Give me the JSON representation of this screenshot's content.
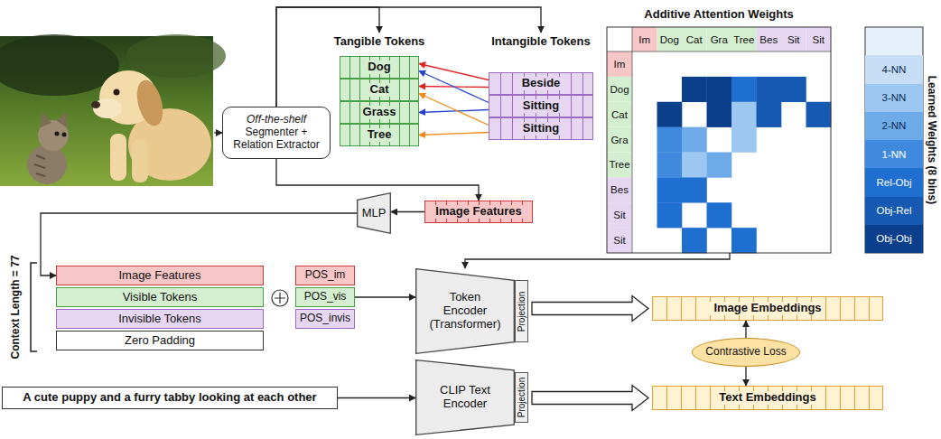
{
  "diagram": {
    "nodes": [
      {
        "text": [
          "Off-the-shelf",
          "Segmenter + Relation Extractor"
        ]
      },
      {
        "text": [
          "Tangible Tokens"
        ]
      },
      {
        "text": [
          "Dog"
        ],
        "in": 1
      },
      {
        "text": [
          "Cat"
        ],
        "in": 1
      },
      {
        "text": [
          "Grass"
        ],
        "in": 1
      },
      {
        "text": [
          "Tree"
        ],
        "in": 1
      },
      {
        "text": [
          "Intangible Tokens"
        ]
      },
      {
        "text": [
          "Beside"
        ],
        "in": 6
      },
      {
        "text": [
          "Sitting"
        ],
        "in": 6
      },
      {
        "text": [
          "Sitting"
        ],
        "in": 6
      },
      {
        "text": [
          "Additive Attention Weights"
        ]
      },
      {
        "text": [
          "Image Features"
        ]
      },
      {
        "text": [
          "MLP"
        ]
      },
      {
        "text": [
          "Image Features"
        ]
      },
      {
        "text": [
          "Visible Tokens"
        ]
      },
      {
        "text": [
          "Invisible Tokens"
        ]
      },
      {
        "text": [
          "Zero Padding"
        ]
      },
      {
        "text": [
          "POS_im"
        ]
      },
      {
        "text": [
          "POS_vis"
        ]
      },
      {
        "text": [
          "POS_invis"
        ]
      },
      {
        "text": [
          "Token Encoder (Transformer)"
        ]
      },
      {
        "text": [
          "Projection"
        ]
      },
      {
        "text": [
          "Image Embeddings"
        ]
      },
      {
        "text": [
          "Contrastive Loss"
        ]
      },
      {
        "text": [
          "A cute puppy and a furry tabby looking at each other"
        ]
      },
      {
        "text": [
          "CLIP Text Encoder"
        ]
      },
      {
        "text": [
          "Projection"
        ]
      },
      {
        "text": [
          "Text Embeddings"
        ]
      }
    ],
    "edges": [
      {
        "from": 0,
        "to": 1,
        "arrow": "to"
      },
      {
        "from": 0,
        "to": 6,
        "arrow": "to"
      },
      {
        "from": 7,
        "to": 2,
        "arrow": "to"
      },
      {
        "from": 7,
        "to": 3,
        "arrow": "to"
      },
      {
        "from": 8,
        "to": 2,
        "arrow": "to"
      },
      {
        "from": 8,
        "to": 4,
        "arrow": "to"
      },
      {
        "from": 9,
        "to": 3,
        "arrow": "to"
      },
      {
        "from": 9,
        "to": 5,
        "arrow": "to"
      },
      {
        "from": 0,
        "to": 11,
        "arrow": "to"
      },
      {
        "from": 11,
        "to": 12,
        "arrow": "to"
      },
      {
        "from": 12,
        "to": 13,
        "arrow": "to"
      },
      {
        "from": 18,
        "to": 20,
        "arrow": "to"
      },
      {
        "from": 10,
        "to": 20,
        "arrow": "to"
      },
      {
        "from": 21,
        "to": 22,
        "arrow": "to"
      },
      {
        "from": 23,
        "to": 22,
        "arrow": "to"
      },
      {
        "from": 23,
        "to": 27,
        "arrow": "to"
      },
      {
        "from": 24,
        "to": 25,
        "arrow": "to"
      },
      {
        "from": 26,
        "to": 27,
        "arrow": "to"
      }
    ],
    "labels": [
      "Im",
      "Dog",
      "Cat",
      "Gra",
      "Tree",
      "Bes",
      "Sit",
      "Sit",
      "Im",
      "Dog",
      "Cat",
      "Gra",
      "Tree",
      "Bes",
      "Sit",
      "Sit",
      "Learned Weights (8 bins)",
      "Context Length = 77"
    ],
    "legend": [
      {
        "text": "4-NN",
        "color": "#c5def6"
      },
      {
        "text": "3-NN",
        "color": "#9cc7f0"
      },
      {
        "text": "2-NN",
        "color": "#6eaae8"
      },
      {
        "text": "1-NN",
        "color": "#3f8ade"
      },
      {
        "text": "Rel-Obj",
        "color": "#1f6fd1"
      },
      {
        "text": "Obj-Rel",
        "color": "#1559b3"
      },
      {
        "text": "Obj-Obj",
        "color": "#0b3f8c"
      }
    ]
  }
}
